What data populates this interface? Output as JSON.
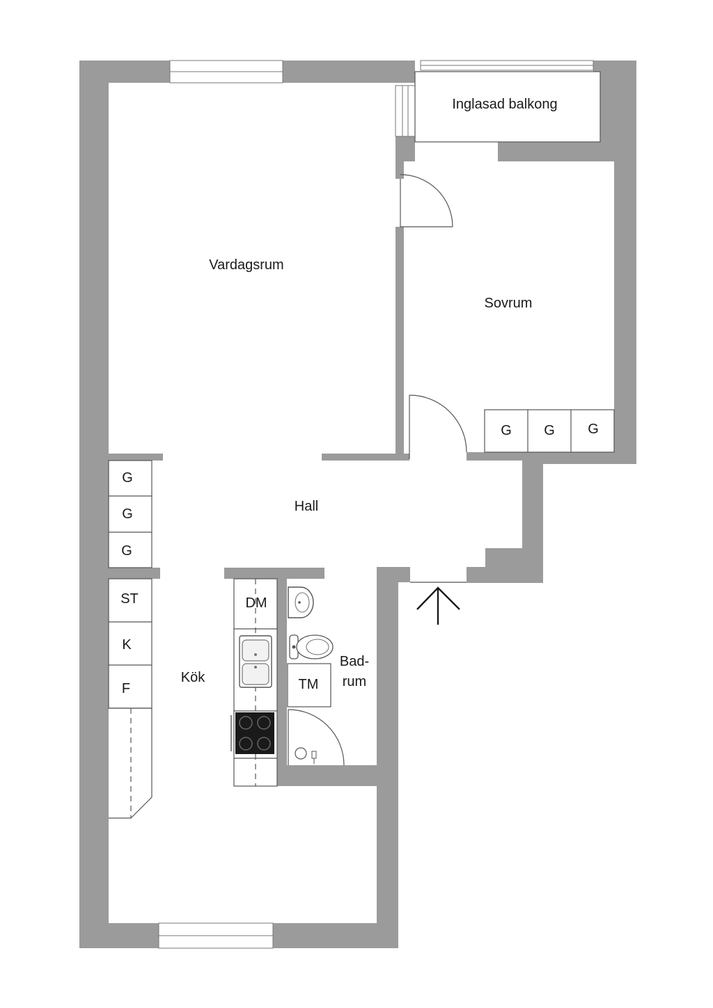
{
  "rooms": {
    "vardagsrum": "Vardagsrum",
    "sovrum": "Sovrum",
    "balkong": "Inglasad balkong",
    "hall": "Hall",
    "kok": "Kök",
    "badrum_line1": "Bad-",
    "badrum_line2": "rum"
  },
  "cabinets": {
    "bedroom_wardrobes": [
      "G",
      "G",
      "G"
    ],
    "hall_wardrobes": [
      "G",
      "G",
      "G"
    ],
    "kitchen_units": [
      "ST",
      "K",
      "F"
    ],
    "dishwasher": "DM",
    "washing_machine": "TM"
  },
  "colors": {
    "wall": "#9b9b9b",
    "stove": "#1a1a1a",
    "line": "#555555"
  }
}
